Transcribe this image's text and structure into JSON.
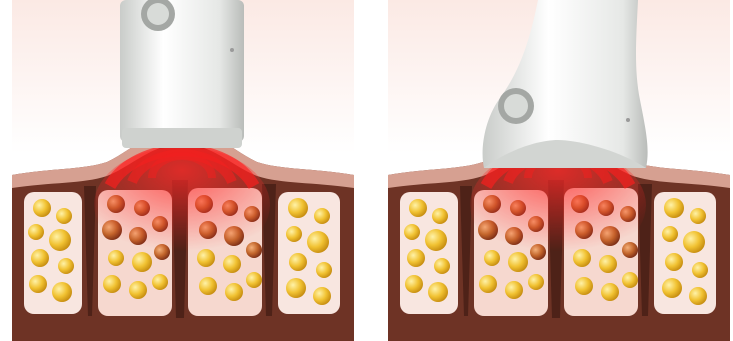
{
  "panels": [
    {
      "id": "left",
      "device": "straight-applicator-handpiece",
      "state": "upright"
    },
    {
      "id": "right",
      "device": "curved-applicator-handpiece",
      "state": "tilted"
    }
  ],
  "colors": {
    "background_top": "#f7dcd6",
    "skin_surface": "#d49a8a",
    "dermis": "#7a3b2b",
    "septa": "#5a2a1e",
    "fat_cell": "#e8b21f",
    "heated_fat_cell": "#b35a2a",
    "heat_field": "#ff2a2a",
    "device_body": "#eef0ee",
    "device_button": "#9a9a9a"
  },
  "icons": [
    "applicator-device-icon",
    "heat-wave-icon",
    "fat-cell-icon"
  ]
}
